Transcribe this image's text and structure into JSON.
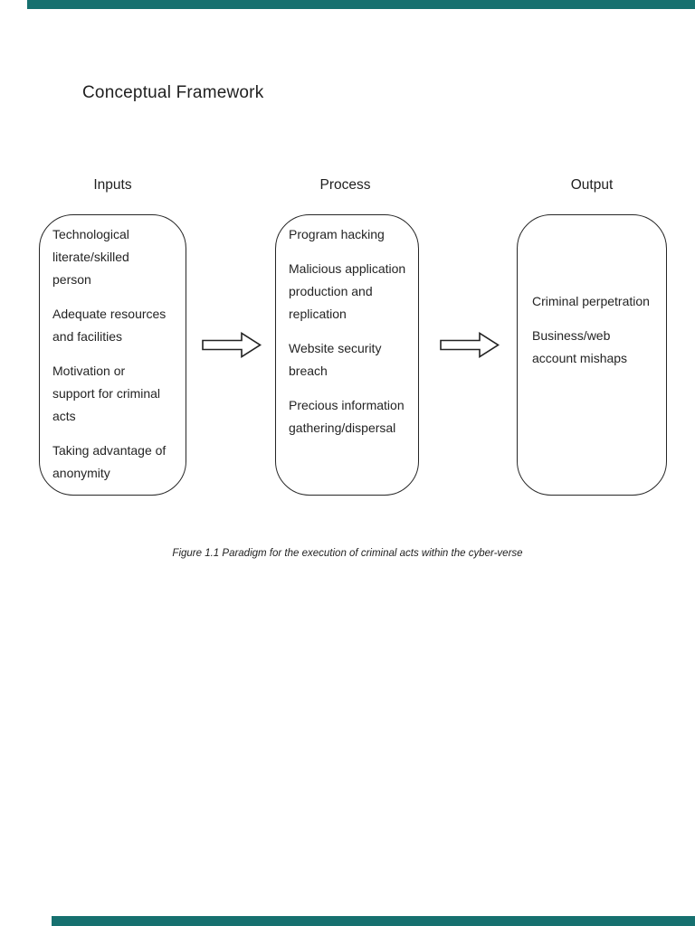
{
  "page": {
    "title": "Conceptual Framework",
    "caption": "Figure 1.1 Paradigm for the execution of criminal acts within the cyber-verse"
  },
  "columns": [
    {
      "header": "Inputs",
      "items": [
        "Technological\nliterate/skilled\nperson",
        "Adequate resources\nand facilities",
        "Motivation or\nsupport for criminal\nacts",
        "Taking advantage of\nanonymity"
      ]
    },
    {
      "header": "Process",
      "items": [
        "Program hacking",
        "Malicious application\nproduction and\nreplication",
        "Website security\nbreach",
        "Precious information\ngathering/dispersal"
      ]
    },
    {
      "header": "Output",
      "items": [
        "Criminal perpetration",
        "Business/web\naccount mishaps"
      ]
    }
  ],
  "icons": {
    "arrow_1": "right-block-arrow",
    "arrow_2": "right-block-arrow"
  },
  "colors": {
    "viewer_bar_teal": "#16706f",
    "box_border": "#262626",
    "text": "#242424",
    "page_background": "#ffffff"
  }
}
